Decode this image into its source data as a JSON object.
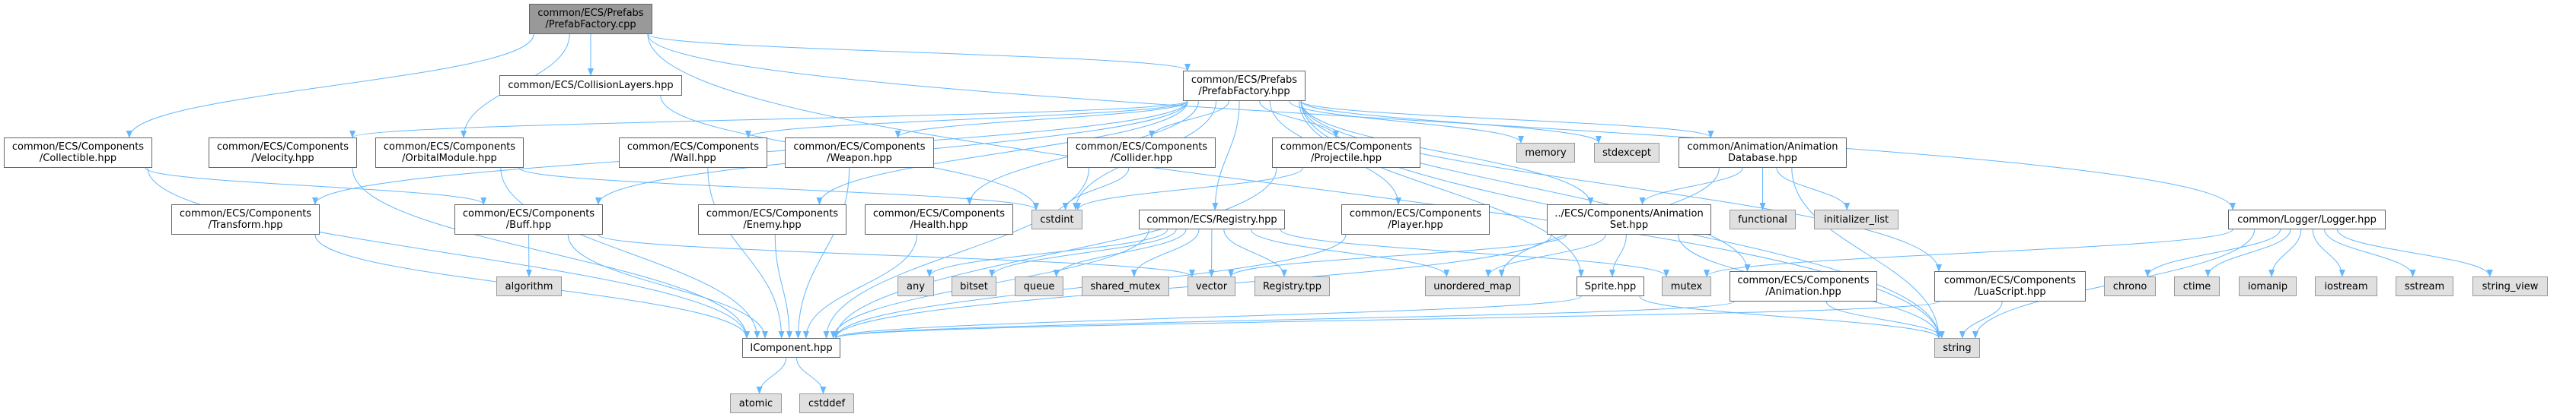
{
  "title": "Include dependency graph for PrefabFactory.cpp",
  "colors": {
    "edge": "#63b8ff",
    "root_fill": "#999999",
    "sys_fill": "#e0e0e0",
    "node_border": "#666666"
  },
  "nodes": [
    {
      "id": "cpp",
      "label": "common/ECS/Prefabs\n/PrefabFactory.cpp",
      "kind": "root"
    },
    {
      "id": "collision",
      "label": "common/ECS/CollisionLayers.hpp",
      "kind": "file"
    },
    {
      "id": "hpp",
      "label": "common/ECS/Prefabs\n/PrefabFactory.hpp",
      "kind": "file"
    },
    {
      "id": "collectible",
      "label": "common/ECS/Components\n/Collectible.hpp",
      "kind": "file"
    },
    {
      "id": "velocity",
      "label": "common/ECS/Components\n/Velocity.hpp",
      "kind": "file"
    },
    {
      "id": "orbital",
      "label": "common/ECS/Components\n/OrbitalModule.hpp",
      "kind": "file"
    },
    {
      "id": "wall",
      "label": "common/ECS/Components\n/Wall.hpp",
      "kind": "file"
    },
    {
      "id": "weapon",
      "label": "common/ECS/Components\n/Weapon.hpp",
      "kind": "file"
    },
    {
      "id": "collider",
      "label": "common/ECS/Components\n/Collider.hpp",
      "kind": "file"
    },
    {
      "id": "projectile",
      "label": "common/ECS/Components\n/Projectile.hpp",
      "kind": "file"
    },
    {
      "id": "memory",
      "label": "memory",
      "kind": "system"
    },
    {
      "id": "stdexcept",
      "label": "stdexcept",
      "kind": "system"
    },
    {
      "id": "animdb",
      "label": "common/Animation/Animation\nDatabase.hpp",
      "kind": "file"
    },
    {
      "id": "transform",
      "label": "common/ECS/Components\n/Transform.hpp",
      "kind": "file"
    },
    {
      "id": "buff",
      "label": "common/ECS/Components\n/Buff.hpp",
      "kind": "file"
    },
    {
      "id": "enemy",
      "label": "common/ECS/Components\n/Enemy.hpp",
      "kind": "file"
    },
    {
      "id": "health",
      "label": "common/ECS/Components\n/Health.hpp",
      "kind": "file"
    },
    {
      "id": "cstdint",
      "label": "cstdint",
      "kind": "system"
    },
    {
      "id": "registry",
      "label": "common/ECS/Registry.hpp",
      "kind": "file"
    },
    {
      "id": "player",
      "label": "common/ECS/Components\n/Player.hpp",
      "kind": "file"
    },
    {
      "id": "animset",
      "label": "../ECS/Components/Animation\nSet.hpp",
      "kind": "file"
    },
    {
      "id": "functional",
      "label": "functional",
      "kind": "system"
    },
    {
      "id": "initlist",
      "label": "initializer_list",
      "kind": "system"
    },
    {
      "id": "logger",
      "label": "common/Logger/Logger.hpp",
      "kind": "file"
    },
    {
      "id": "algorithm",
      "label": "algorithm",
      "kind": "system"
    },
    {
      "id": "any",
      "label": "any",
      "kind": "system"
    },
    {
      "id": "bitset",
      "label": "bitset",
      "kind": "system"
    },
    {
      "id": "queue",
      "label": "queue",
      "kind": "system"
    },
    {
      "id": "shared_mutex",
      "label": "shared_mutex",
      "kind": "system"
    },
    {
      "id": "vector",
      "label": "vector",
      "kind": "system"
    },
    {
      "id": "registry_tpp",
      "label": "Registry.tpp",
      "kind": "system"
    },
    {
      "id": "unordered_map",
      "label": "unordered_map",
      "kind": "system"
    },
    {
      "id": "sprite",
      "label": "Sprite.hpp",
      "kind": "file"
    },
    {
      "id": "mutex",
      "label": "mutex",
      "kind": "system"
    },
    {
      "id": "animation",
      "label": "common/ECS/Components\n/Animation.hpp",
      "kind": "file"
    },
    {
      "id": "luascript",
      "label": "common/ECS/Components\n/LuaScript.hpp",
      "kind": "file"
    },
    {
      "id": "chrono",
      "label": "chrono",
      "kind": "system"
    },
    {
      "id": "ctime",
      "label": "ctime",
      "kind": "system"
    },
    {
      "id": "iomanip",
      "label": "iomanip",
      "kind": "system"
    },
    {
      "id": "iostream",
      "label": "iostream",
      "kind": "system"
    },
    {
      "id": "sstream",
      "label": "sstream",
      "kind": "system"
    },
    {
      "id": "string_view",
      "label": "string_view",
      "kind": "system"
    },
    {
      "id": "icomponent",
      "label": "IComponent.hpp",
      "kind": "file"
    },
    {
      "id": "string",
      "label": "string",
      "kind": "system"
    },
    {
      "id": "atomic",
      "label": "atomic",
      "kind": "system"
    },
    {
      "id": "cstddef",
      "label": "cstddef",
      "kind": "system"
    }
  ],
  "edges": [
    [
      "cpp",
      "collision"
    ],
    [
      "cpp",
      "collectible"
    ],
    [
      "cpp",
      "orbital"
    ],
    [
      "cpp",
      "hpp"
    ],
    [
      "cpp",
      "logger"
    ],
    [
      "cpp",
      "string"
    ],
    [
      "collision",
      "cstdint"
    ],
    [
      "collectible",
      "buff"
    ],
    [
      "collectible",
      "icomponent"
    ],
    [
      "velocity",
      "icomponent"
    ],
    [
      "orbital",
      "cstdint"
    ],
    [
      "orbital",
      "icomponent"
    ],
    [
      "transform",
      "icomponent"
    ],
    [
      "buff",
      "algorithm"
    ],
    [
      "buff",
      "icomponent"
    ],
    [
      "buff",
      "vector"
    ],
    [
      "hpp",
      "transform"
    ],
    [
      "hpp",
      "buff"
    ],
    [
      "hpp",
      "velocity"
    ],
    [
      "hpp",
      "wall"
    ],
    [
      "hpp",
      "weapon"
    ],
    [
      "hpp",
      "enemy"
    ],
    [
      "hpp",
      "health"
    ],
    [
      "hpp",
      "collider"
    ],
    [
      "hpp",
      "cstdint"
    ],
    [
      "hpp",
      "projectile"
    ],
    [
      "hpp",
      "registry"
    ],
    [
      "hpp",
      "player"
    ],
    [
      "hpp",
      "memory"
    ],
    [
      "hpp",
      "stdexcept"
    ],
    [
      "hpp",
      "animdb"
    ],
    [
      "hpp",
      "animset"
    ],
    [
      "hpp",
      "animation"
    ],
    [
      "hpp",
      "luascript"
    ],
    [
      "hpp",
      "sprite"
    ],
    [
      "hpp",
      "string"
    ],
    [
      "wall",
      "icomponent"
    ],
    [
      "weapon",
      "icomponent"
    ],
    [
      "enemy",
      "icomponent"
    ],
    [
      "health",
      "icomponent"
    ],
    [
      "collider",
      "cstdint"
    ],
    [
      "collider",
      "icomponent"
    ],
    [
      "projectile",
      "cstdint"
    ],
    [
      "projectile",
      "icomponent"
    ],
    [
      "registry",
      "any"
    ],
    [
      "registry",
      "bitset"
    ],
    [
      "registry",
      "queue"
    ],
    [
      "registry",
      "shared_mutex"
    ],
    [
      "registry",
      "vector"
    ],
    [
      "registry",
      "registry_tpp"
    ],
    [
      "registry",
      "unordered_map"
    ],
    [
      "registry",
      "mutex"
    ],
    [
      "registry",
      "icomponent"
    ],
    [
      "player",
      "icomponent"
    ],
    [
      "animdb",
      "animset"
    ],
    [
      "animdb",
      "functional"
    ],
    [
      "animdb",
      "initlist"
    ],
    [
      "animdb",
      "unordered_map"
    ],
    [
      "animdb",
      "string"
    ],
    [
      "animset",
      "unordered_map"
    ],
    [
      "animset",
      "sprite"
    ],
    [
      "animset",
      "icomponent"
    ],
    [
      "animset",
      "vector"
    ],
    [
      "animset",
      "string"
    ],
    [
      "sprite",
      "icomponent"
    ],
    [
      "sprite",
      "string"
    ],
    [
      "animation",
      "icomponent"
    ],
    [
      "animation",
      "string"
    ],
    [
      "luascript",
      "icomponent"
    ],
    [
      "luascript",
      "string"
    ],
    [
      "logger",
      "chrono"
    ],
    [
      "logger",
      "ctime"
    ],
    [
      "logger",
      "iomanip"
    ],
    [
      "logger",
      "iostream"
    ],
    [
      "logger",
      "sstream"
    ],
    [
      "logger",
      "string_view"
    ],
    [
      "logger",
      "string"
    ],
    [
      "logger",
      "mutex"
    ],
    [
      "icomponent",
      "atomic"
    ],
    [
      "icomponent",
      "cstddef"
    ]
  ]
}
